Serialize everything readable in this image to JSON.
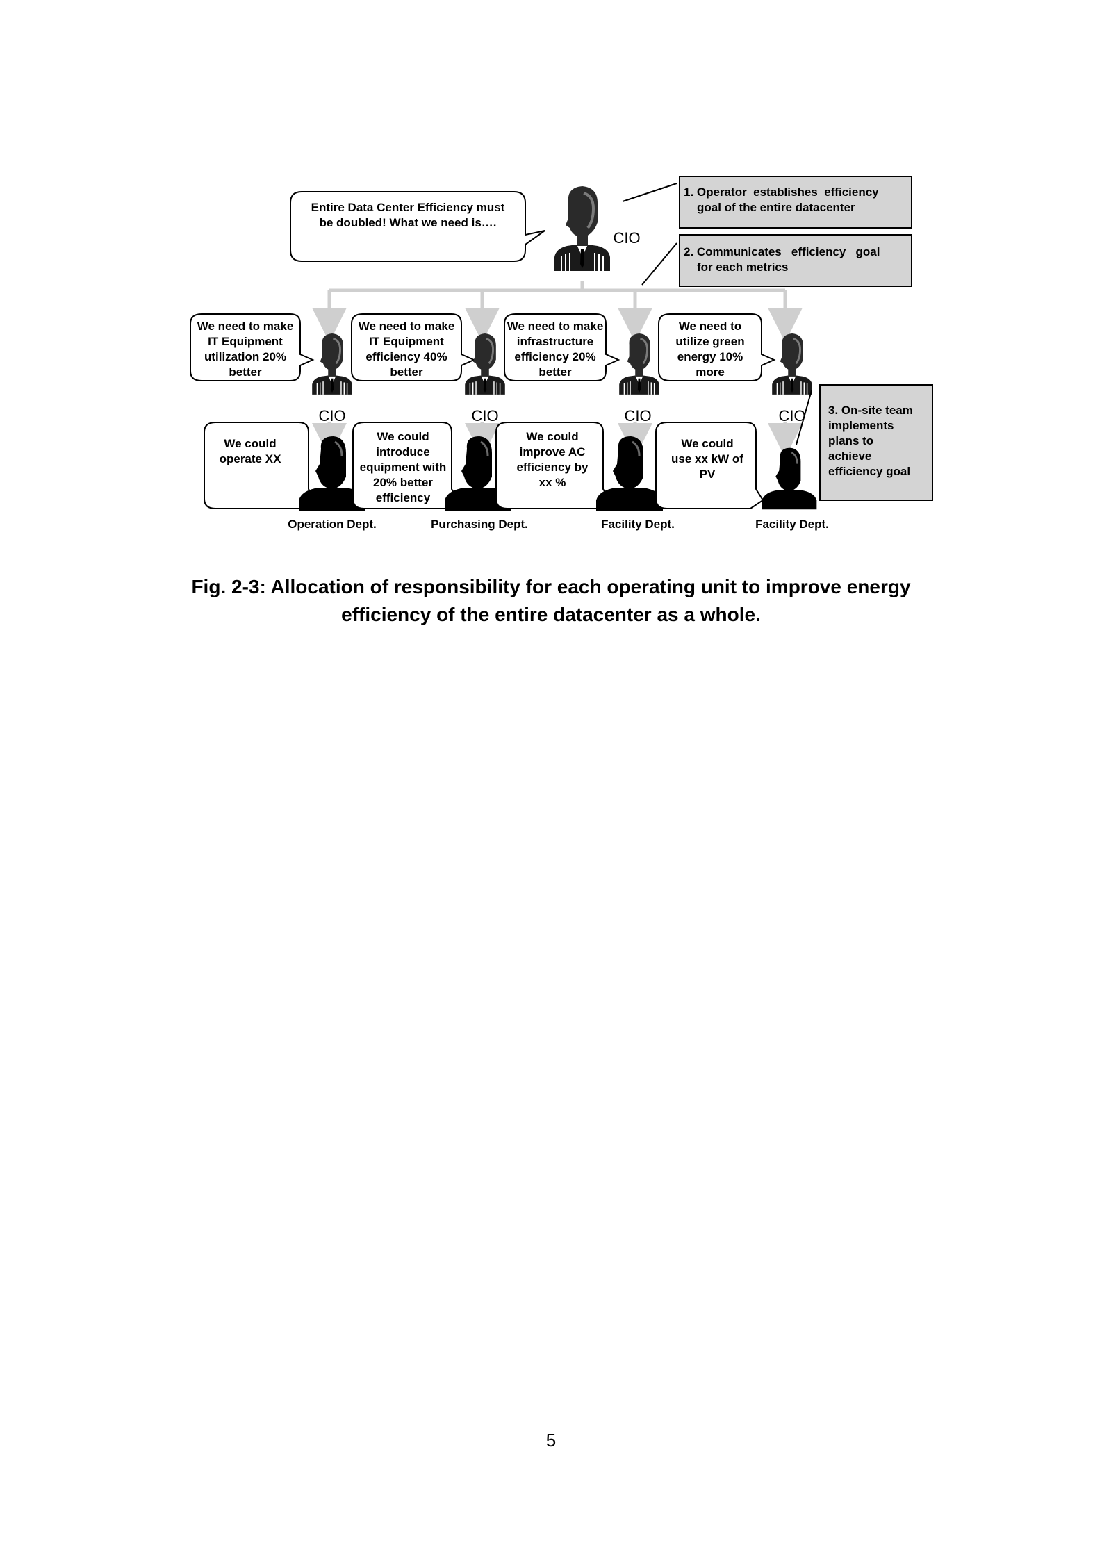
{
  "figure": {
    "top_bubble": [
      "Entire Data Center Efficiency must",
      "be doubled! What we need is…."
    ],
    "top_label": "CIO",
    "step1": [
      "1. Operator  establishes  efficiency",
      "goal of the entire datacenter"
    ],
    "step2": [
      "2. Communicates   efficiency   goal",
      "for each metrics"
    ],
    "step3": [
      "3. On-site team",
      "implements",
      "plans to",
      "achieve",
      "efficiency goal"
    ],
    "units": [
      {
        "cio_label": "CIO",
        "upper_bubble": [
          "We need to make",
          "IT Equipment",
          "utilization 20%",
          "better"
        ],
        "lower_bubble": [
          "We could",
          "operate XX"
        ],
        "dept": "Operation Dept."
      },
      {
        "cio_label": "CIO",
        "upper_bubble": [
          "We need to make",
          "IT Equipment",
          "efficiency 40%",
          "better"
        ],
        "lower_bubble": [
          "We could",
          "introduce",
          "equipment with",
          "20% better",
          "efficiency"
        ],
        "dept": "Purchasing Dept."
      },
      {
        "cio_label": "CIO",
        "upper_bubble": [
          "We need to make",
          "infrastructure",
          "efficiency 20%",
          "better"
        ],
        "lower_bubble": [
          "We could",
          "improve AC",
          "efficiency by",
          "xx %"
        ],
        "dept": "Facility Dept."
      },
      {
        "cio_label": "CIO",
        "upper_bubble": [
          "We need to",
          "utilize green",
          "energy 10%",
          "more"
        ],
        "lower_bubble": [
          "We could",
          "use xx kW of",
          "PV"
        ],
        "dept": "Facility Dept."
      }
    ]
  },
  "caption": [
    "Fig. 2-3: Allocation of responsibility for each operating unit to improve energy",
    "efficiency of the entire datacenter as a whole."
  ],
  "page_number": "5"
}
